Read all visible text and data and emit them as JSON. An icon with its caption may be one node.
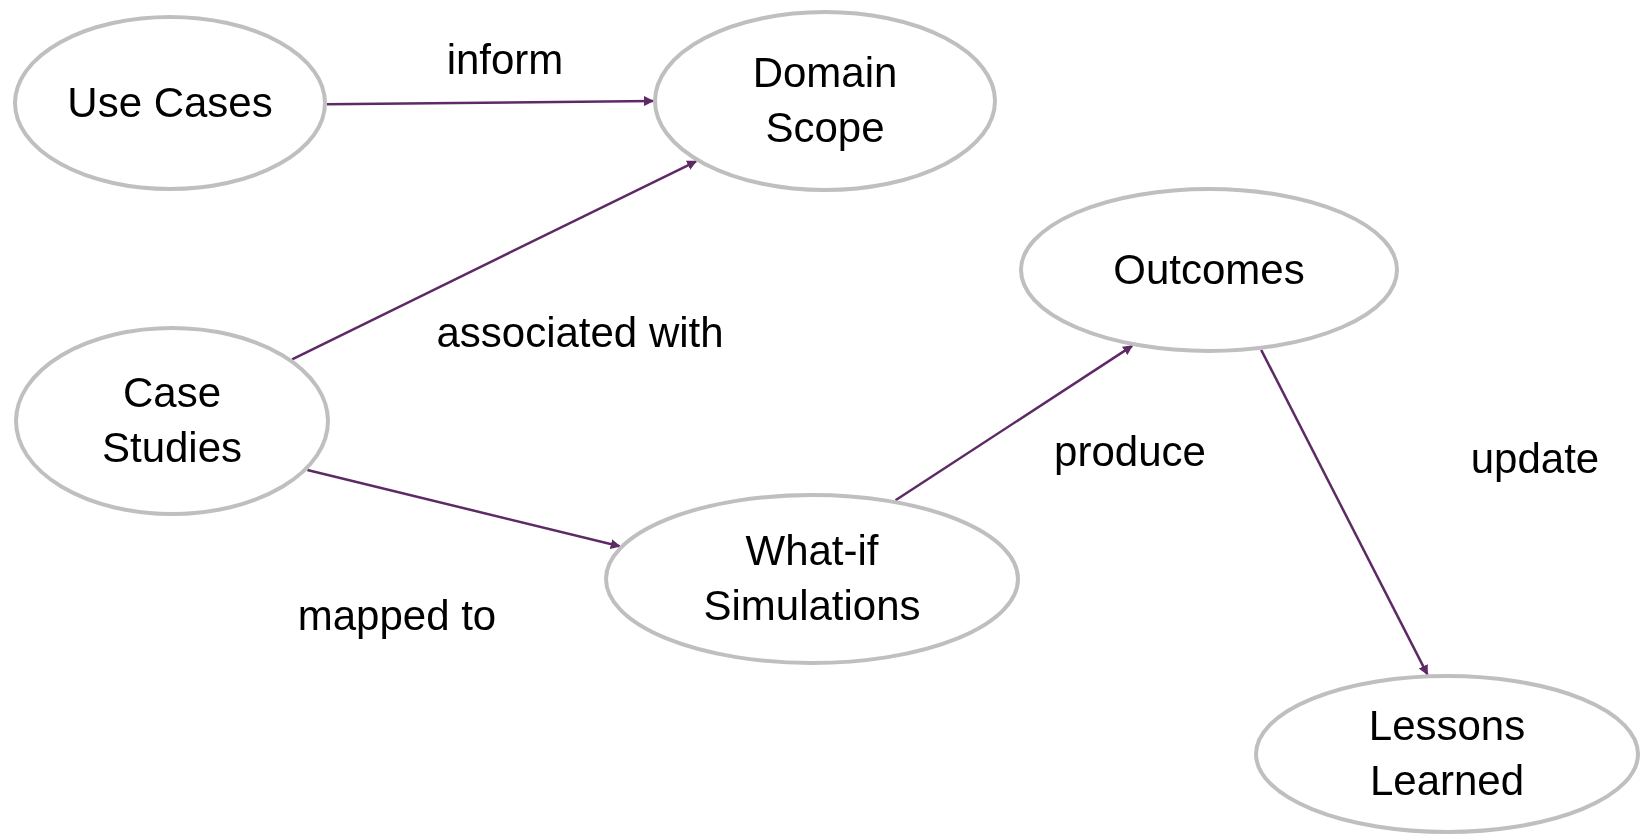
{
  "diagram": {
    "nodes": [
      {
        "text": [
          "Use Cases"
        ]
      },
      {
        "text": [
          "Domain Scope"
        ]
      },
      {
        "text": [
          "Case Studies"
        ]
      },
      {
        "text": [
          "Outcomes"
        ]
      },
      {
        "text": [
          "What-if Simulations"
        ]
      },
      {
        "text": [
          "Lessons Learned"
        ]
      }
    ],
    "edges": [
      {
        "from": 0,
        "to": 1,
        "arrow": "to",
        "label": "inform"
      },
      {
        "from": 2,
        "to": 1,
        "arrow": "to",
        "label": "associated with"
      },
      {
        "from": 2,
        "to": 4,
        "arrow": "to",
        "label": "mapped to"
      },
      {
        "from": 4,
        "to": 3,
        "arrow": "to",
        "label": "produce"
      },
      {
        "from": 3,
        "to": 5,
        "arrow": "to",
        "label": "update"
      }
    ]
  }
}
